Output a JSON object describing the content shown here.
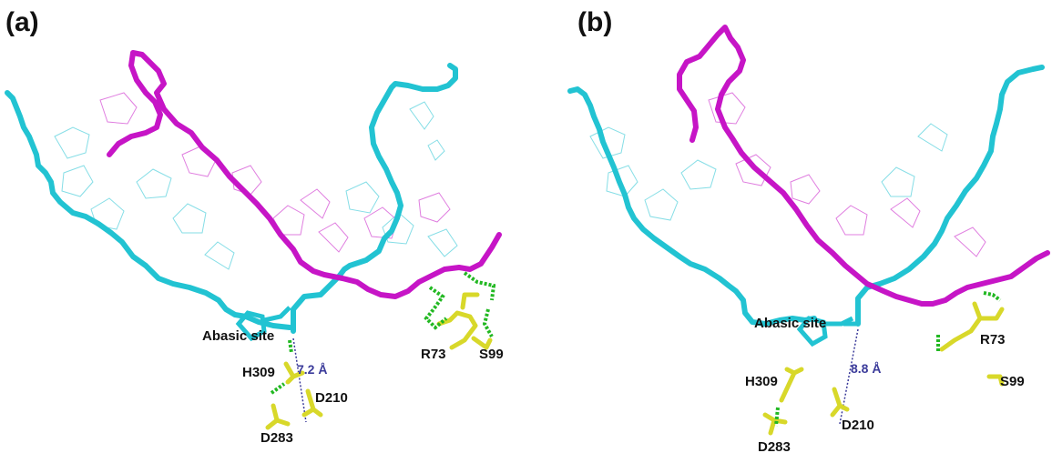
{
  "panels": [
    {
      "label": "(a)",
      "abasic_label": "Abasic site",
      "distance_label": "7.2 Å",
      "residues": [
        "H309",
        "D210",
        "D283",
        "R73",
        "S99"
      ]
    },
    {
      "label": "(b)",
      "abasic_label": "Abasic site",
      "distance_label": "8.8 Å",
      "residues": [
        "H309",
        "D210",
        "D283",
        "R73",
        "S99"
      ]
    }
  ],
  "colors": {
    "strand_cyan": "#22c3d2",
    "strand_cyan_dark": "#137f88",
    "strand_magenta": "#c615c6",
    "strand_magenta_dark": "#7b0f7b",
    "residue_yellow": "#d8d82a",
    "hbond_green": "#22b822",
    "distance_line": "#3b3b9a"
  }
}
